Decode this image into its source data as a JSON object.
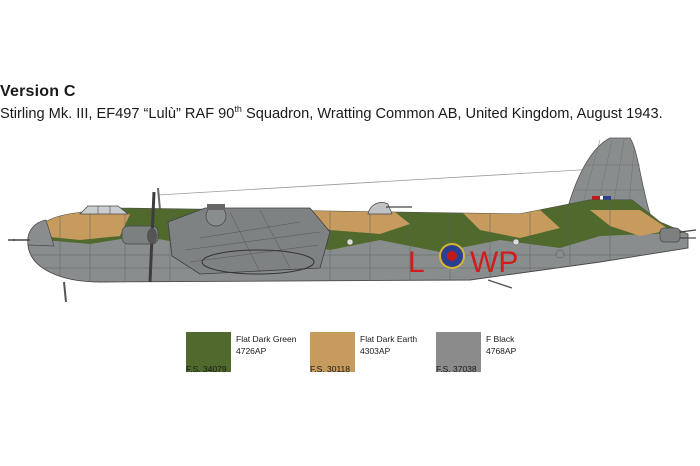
{
  "heading": {
    "version": "Version C",
    "desc_before": "Stirling Mk. III, EF497 “Lulù” RAF 90",
    "desc_sup": "th",
    "desc_after": " Squadron, Wratting Common AB, United Kingdom, August 1943."
  },
  "markings": {
    "left_code": "L",
    "right_code": "WP"
  },
  "colors": [
    {
      "name": "Flat Dark Green",
      "code": "4726AP",
      "fs": "F.S. 34079",
      "hex": "#4f6a2c"
    },
    {
      "name": "Flat Dark Earth",
      "code": "4303AP",
      "fs": "F.S. 30118",
      "hex": "#c79a5e"
    },
    {
      "name": "F Black",
      "code": "4768AP",
      "fs": "F.S. 37038",
      "hex": "#8b8b8b"
    }
  ],
  "palette": {
    "grey": "#8a8d8e",
    "roundel_blue": "#2a3f8f",
    "roundel_red": "#c21a1a",
    "code_red": "#d21c1c"
  }
}
